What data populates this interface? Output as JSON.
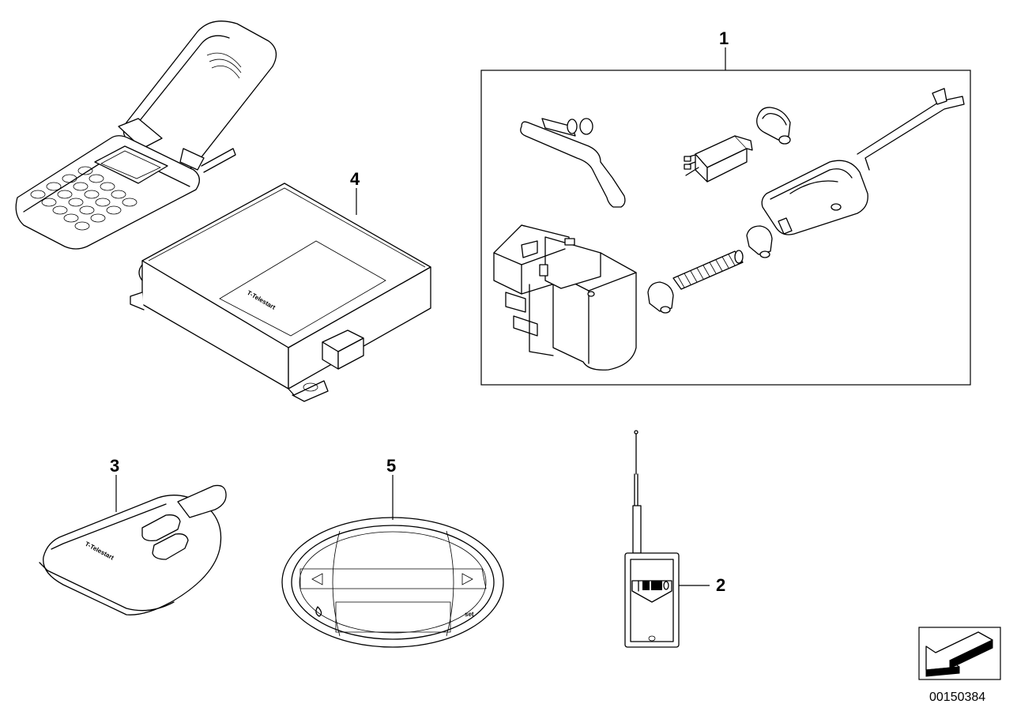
{
  "diagram": {
    "parts": [
      {
        "number": "1",
        "icon": "auxiliary-heater-kit-icon"
      },
      {
        "number": "2",
        "icon": "receiver-antenna-icon"
      },
      {
        "number": "3",
        "icon": "remote-key-fob-icon"
      },
      {
        "number": "4",
        "icon": "control-unit-icon"
      },
      {
        "number": "5",
        "icon": "timer-display-icon"
      }
    ],
    "labels": {
      "fob_brand": "T-Telestart",
      "control_unit_brand": "T-Telestart",
      "timer_set": "set"
    },
    "image_code": "00150384"
  }
}
